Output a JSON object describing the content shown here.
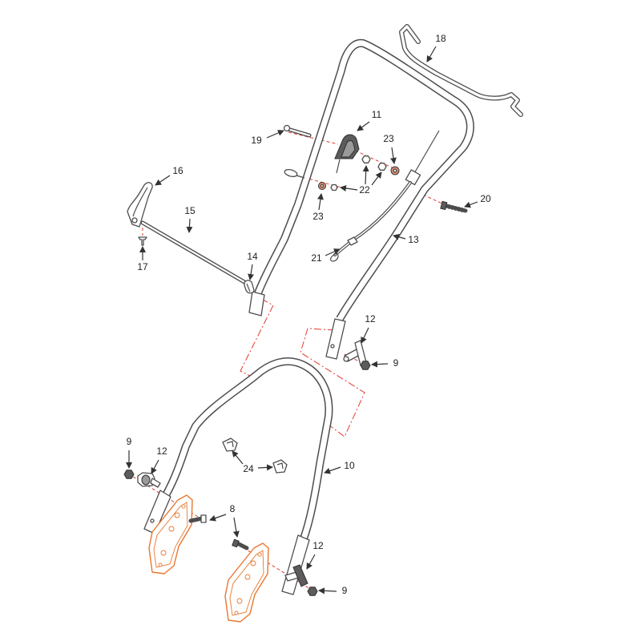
{
  "diagram": {
    "callouts": [
      "18",
      "11",
      "19",
      "23",
      "20",
      "16",
      "22",
      "23",
      "15",
      "13",
      "21",
      "17",
      "14",
      "12",
      "9",
      "9",
      "12",
      "24",
      "10",
      "8",
      "12",
      "9"
    ]
  },
  "colors": {
    "outline": "#4d4d4d",
    "leader": "#333333",
    "alignment_line": "#e03c31",
    "bracket": "#e8772e",
    "background": "#ffffff"
  }
}
